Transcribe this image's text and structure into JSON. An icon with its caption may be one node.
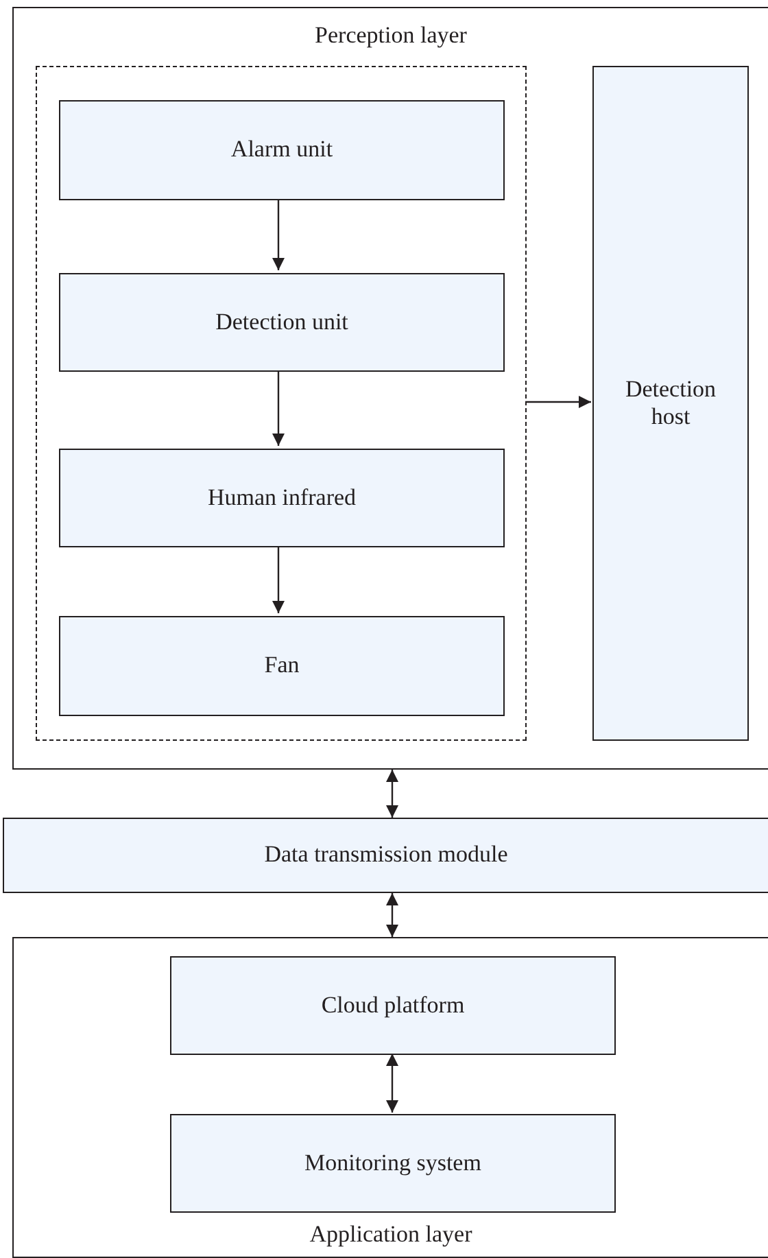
{
  "diagram": {
    "nodes": [
      {
        "text": [
          "Perception layer"
        ]
      },
      {
        "text": [],
        "shape": "box",
        "in": 0
      },
      {
        "text": [
          "Alarm unit"
        ],
        "in": 1
      },
      {
        "text": [
          "Detection unit"
        ],
        "in": 1
      },
      {
        "text": [
          "Human infrared"
        ],
        "in": 1
      },
      {
        "text": [
          "Fan"
        ],
        "in": 1
      },
      {
        "text": [
          "Detection host"
        ],
        "in": 0
      },
      {
        "text": [
          "Data transmission module"
        ]
      },
      {
        "text": [
          "Application layer"
        ]
      },
      {
        "text": [
          "Cloud platform"
        ],
        "in": 8
      },
      {
        "text": [
          "Monitoring system"
        ],
        "in": 8
      }
    ],
    "edges": [
      {
        "from": 2,
        "to": 3,
        "arrow": "to"
      },
      {
        "from": 3,
        "to": 4,
        "arrow": "to"
      },
      {
        "from": 4,
        "to": 5,
        "arrow": "to"
      },
      {
        "from": 1,
        "to": 6,
        "arrow": "to"
      },
      {
        "from": 0,
        "to": 7,
        "arrow": "both"
      },
      {
        "from": 7,
        "to": 8,
        "arrow": "both"
      },
      {
        "from": 9,
        "to": 10,
        "arrow": "both"
      }
    ]
  }
}
